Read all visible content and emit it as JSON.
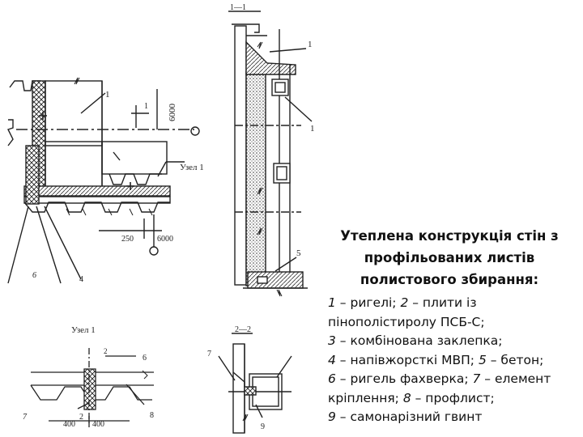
{
  "caption": {
    "title": "Утеплена конструкція стін з профільованих листів полистового збирання:"
  },
  "legend": [
    {
      "num": "1",
      "text": " – ригелі; "
    },
    {
      "num": "2",
      "text": " – плити із пінополістиролу ПСБ-С;"
    },
    {
      "num": "3",
      "text": " – комбінована заклепка;"
    },
    {
      "num": "4",
      "text": " – напівжорсткі МВП; "
    },
    {
      "num": "5",
      "text": " – бетон;"
    },
    {
      "num": "6",
      "text": " – ригель фахверка; "
    },
    {
      "num": "7",
      "text": " – елемент кріплення; "
    },
    {
      "num": "8",
      "text": " – профлист;"
    },
    {
      "num": "9",
      "text": " – самонарізний гвинт"
    }
  ],
  "drawing_labels": {
    "section_1_1": "1—1",
    "section_2_2": "2—2",
    "node_1": "Узел 1",
    "node_1_title": "Узел 1",
    "dim_6000_v": "6000",
    "dim_250": "250",
    "dim_6000_h": "6000",
    "dim_400_a": "400",
    "dim_400_b": "400",
    "mark_1_plan": "1",
    "mark_1_top": "1",
    "mark_1_right_a": "1",
    "mark_1_right_b": "1",
    "mark_2_node": "2",
    "mark_2_node_b": "2",
    "mark_4_left": "4",
    "mark_5": "5",
    "mark_6": "6",
    "mark_6_left": "6",
    "mark_7": "7",
    "mark_7_sec": "7",
    "mark_8": "8",
    "mark_9": "9"
  }
}
